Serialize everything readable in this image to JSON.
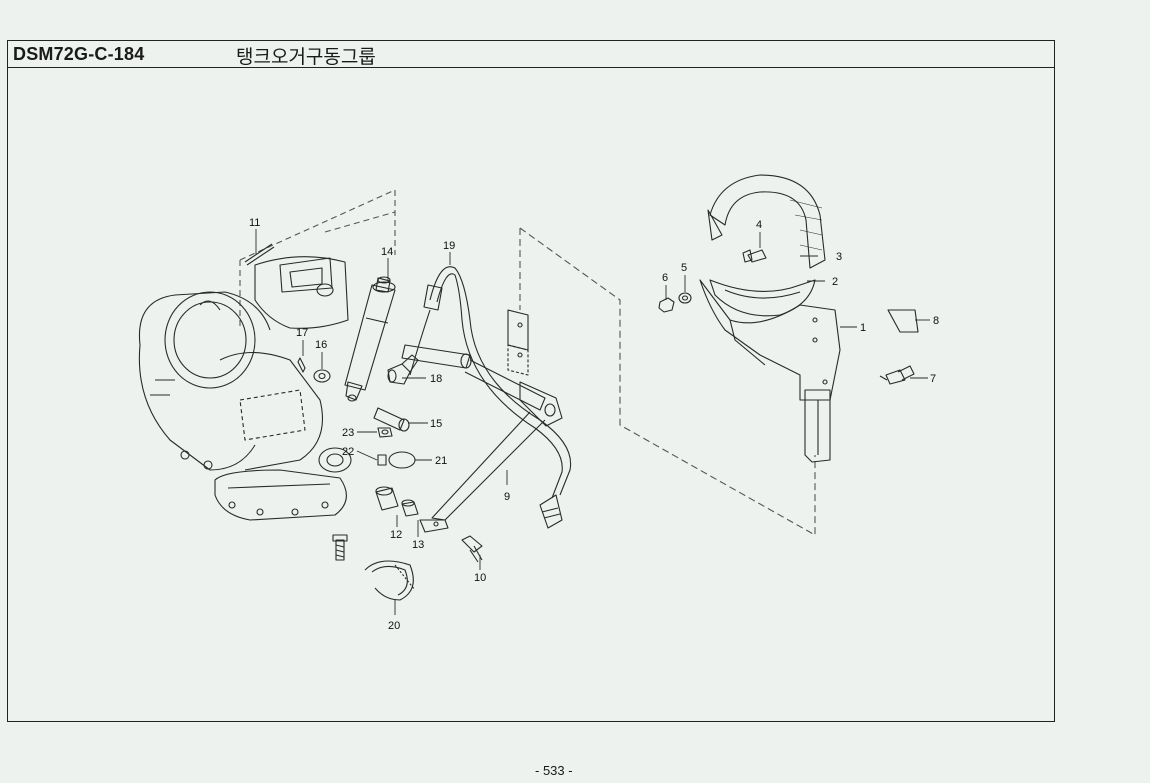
{
  "header": {
    "code": "DSM72G-C-184",
    "title": "탱크오거구동그룹"
  },
  "footer": {
    "page": "- 533 -"
  },
  "callouts": [
    "1",
    "2",
    "3",
    "4",
    "5",
    "6",
    "7",
    "8",
    "9",
    "10",
    "11",
    "12",
    "13",
    "14",
    "15",
    "16",
    "17",
    "18",
    "19",
    "20",
    "21",
    "22",
    "23"
  ]
}
